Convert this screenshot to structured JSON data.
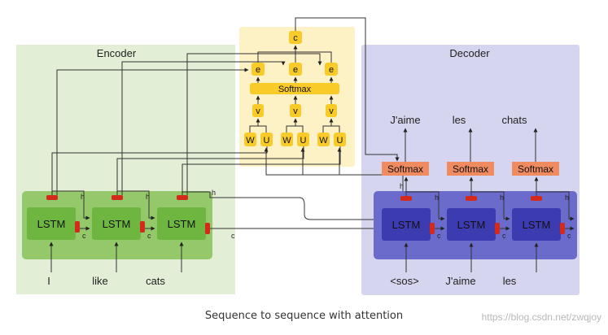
{
  "encoder": {
    "title": "Encoder",
    "cell_label": "LSTM",
    "inputs": [
      "I",
      "like",
      "cats"
    ]
  },
  "decoder": {
    "title": "Decoder",
    "cell_label": "LSTM",
    "softmax_label": "Softmax",
    "inputs": [
      "<sos>",
      "J'aime",
      "les"
    ],
    "outputs": [
      "J'aime",
      "les",
      "chats"
    ]
  },
  "attention": {
    "context_label": "c",
    "score_label": "e",
    "softmax_label": "Softmax",
    "v_label": "v",
    "w_label": "W",
    "u_label": "U"
  },
  "edge_labels": {
    "hidden": "h",
    "cell": "c"
  },
  "caption": "Sequence to sequence with attention",
  "watermark": "https://blog.csdn.net/zwqjoy",
  "colors": {
    "encoder_bg": "#e2efd6",
    "encoder_inner": "#94c86a",
    "encoder_cell": "#6eb640",
    "decoder_bg": "#d5d5ef",
    "decoder_inner": "#6b6bcc",
    "decoder_cell": "#3c3cb0",
    "attention_bg": "#fdf1c6",
    "attention_node": "#f8cb29",
    "softmax_out": "#ef8b5e",
    "gate": "#d42a1c"
  }
}
